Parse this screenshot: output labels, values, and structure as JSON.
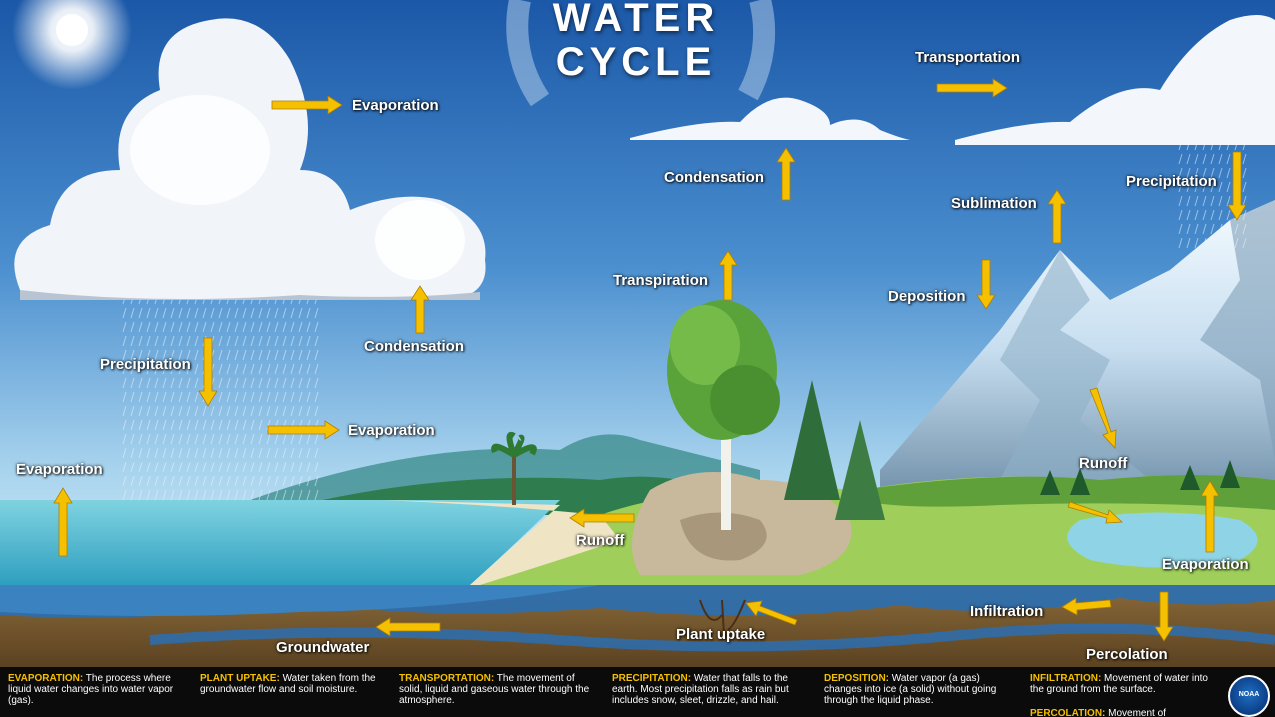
{
  "title": {
    "line1": "WATER",
    "line2": "CYCLE"
  },
  "colors": {
    "arrow": "#f5c000",
    "accent": "#f5c000",
    "sky_top": "#1f5fae",
    "sky_bottom": "#bcdff2"
  },
  "labels": {
    "evaporation_cloud": "Evaporation",
    "condensation_cloud": "Condensation",
    "precipitation_left": "Precipitation",
    "evaporation_mid": "Evaporation",
    "evaporation_ocean": "Evaporation",
    "runoff_beach": "Runoff",
    "groundwater": "Groundwater",
    "plant_uptake": "Plant uptake",
    "transpiration": "Transpiration",
    "condensation_sky": "Condensation",
    "transportation": "Transportation",
    "sublimation": "Sublimation",
    "deposition": "Deposition",
    "precipitation_right": "Precipitation",
    "runoff_mountain": "Runoff",
    "evaporation_lake": "Evaporation",
    "infiltration": "Infiltration",
    "percolation": "Percolation"
  },
  "definitions": [
    {
      "term": "EVAPORATION:",
      "text": " The process where liquid water changes into water vapor (gas)."
    },
    {
      "term": "PLANT UPTAKE:",
      "text": " Water taken from the groundwater flow and soil moisture."
    },
    {
      "term": "TRANSPORTATION:",
      "text": " The movement of solid, liquid and gaseous water through the atmosphere."
    },
    {
      "term": "PRECIPITATION:",
      "text": " Water that falls to the earth. Most precipitation falls as rain but includes snow, sleet, drizzle, and hail."
    },
    {
      "term": "DEPOSITION:",
      "text": " Water vapor (a gas) changes into ice (a solid) without going through the liquid phase."
    },
    {
      "term": "INFILTRATION:",
      "text": " Movement of water into the ground from the surface."
    },
    {
      "term": "PERCOLATION:",
      "text": " Movement of"
    }
  ],
  "logo": {
    "text": "NOAA"
  }
}
